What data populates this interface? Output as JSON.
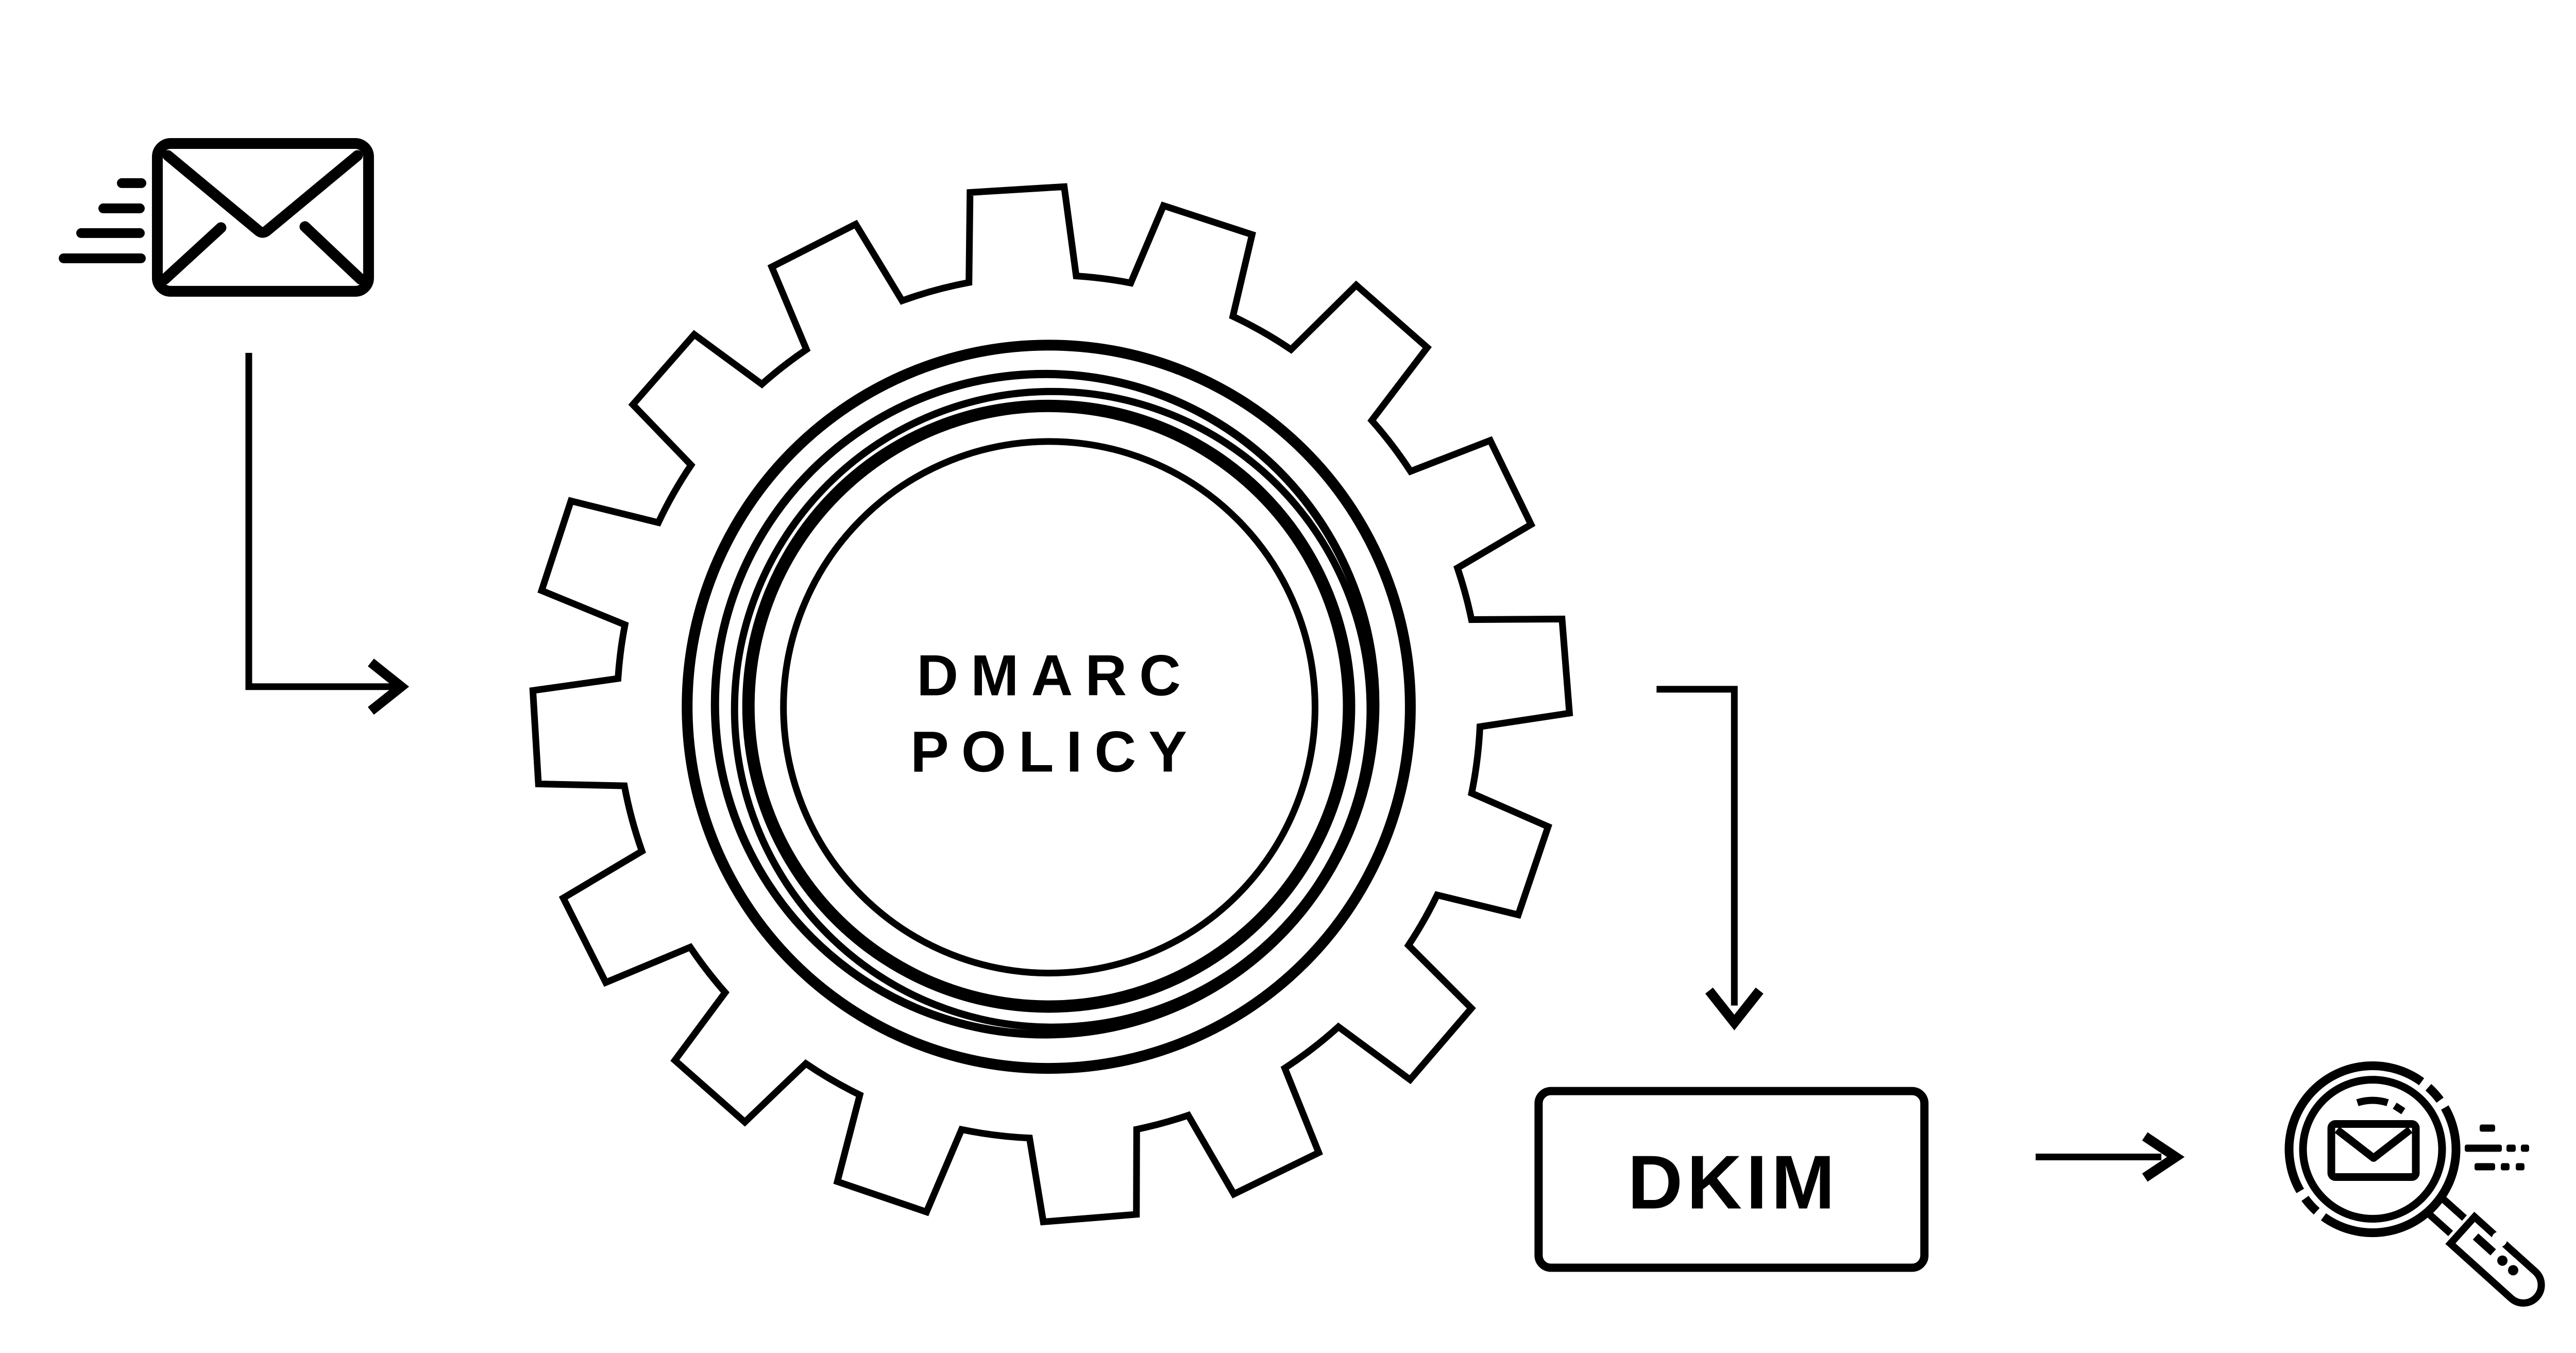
{
  "canvas": {
    "background": "#ffffff",
    "ink": "#000000"
  },
  "flow": {
    "incoming_email": {
      "icon": "sent-email-icon"
    },
    "dmarc_gear": {
      "icon": "gear-icon",
      "label_line1": "DMARC",
      "label_line2": "POLICY"
    },
    "dkim": {
      "label": "DKIM"
    },
    "email_inspection": {
      "icon": "search-email-icon"
    }
  },
  "connectors": [
    {
      "id": "email-to-gear",
      "shape": "elbow-down-right",
      "arrowhead": "open-chevron"
    },
    {
      "id": "gear-to-dkim",
      "shape": "elbow-right-down",
      "arrowhead": "open-chevron"
    },
    {
      "id": "dkim-to-inspection",
      "shape": "straight-right",
      "arrowhead": "open-chevron"
    }
  ]
}
